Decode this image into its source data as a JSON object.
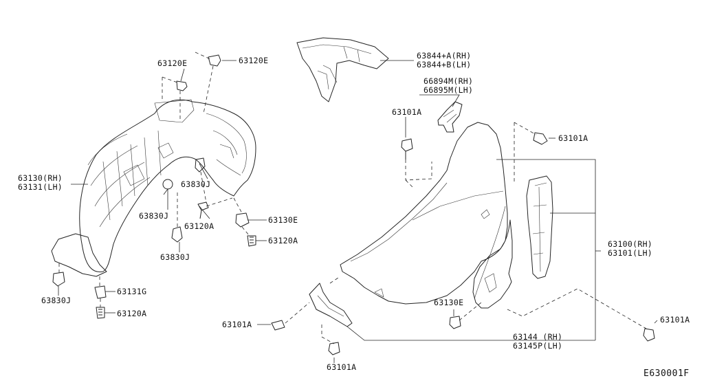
{
  "diagram_code": "E630001F",
  "callouts": {
    "c_63120E_a": "63120E",
    "c_63120E_b": "63120E",
    "c_63844_a": "63844+A(RH)",
    "c_63844_b": "63844+B(LH)",
    "c_66894": "66894M(RH)",
    "c_66895": "66895M(LH)",
    "c_63101A_top": "63101A",
    "c_63101A_right": "63101A",
    "c_63130": "63130(RH)",
    "c_63131": "63131(LH)",
    "c_63830J_a": "63830J",
    "c_63830J_b": "63830J",
    "c_63120A_a": "63120A",
    "c_63130E_a": "63130E",
    "c_63120A_b": "63120A",
    "c_63830J_c": "63830J",
    "c_63100": "63100(RH)",
    "c_63101": "63101(LH)",
    "c_63830J_d": "63830J",
    "c_63131G": "63131G",
    "c_63120A_c": "63120A",
    "c_63130E_b": "63130E",
    "c_63101A_low": "63101A",
    "c_63101A_br": "63101A",
    "c_63144": "63144 (RH)",
    "c_63145": "63145P(LH)",
    "c_63101A_bottom": "63101A"
  }
}
